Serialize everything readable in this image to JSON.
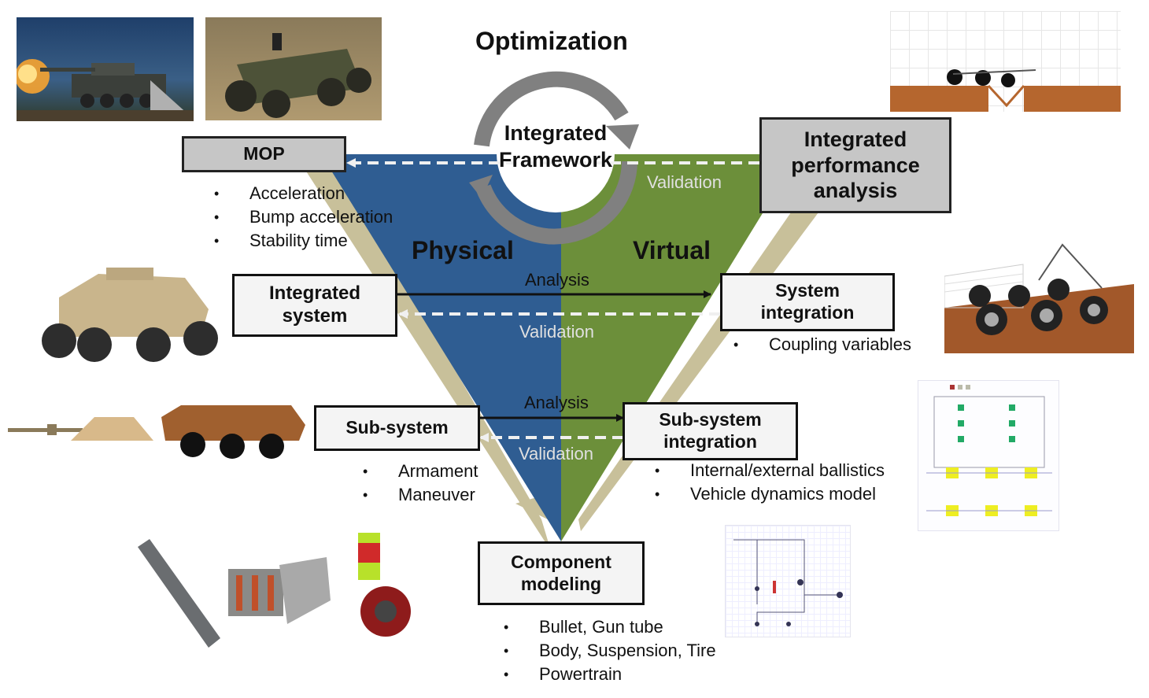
{
  "diagram": {
    "title": "Optimization",
    "center_label": "Integrated Framework",
    "left_label": "Physical",
    "right_label": "Virtual",
    "boxes": {
      "mop": "MOP",
      "integrated_performance": "Integrated performance analysis",
      "integrated_system": "Integrated system",
      "system_integration": "System integration",
      "subsystem": "Sub-system",
      "subsystem_integration": "Sub-system integration",
      "component": "Component modeling"
    },
    "arrows": {
      "validation_top": "Validation",
      "analysis_mid": "Analysis",
      "validation_mid": "Validation",
      "analysis_low": "Analysis",
      "validation_low": "Validation"
    },
    "lists": {
      "mop_items": [
        "Acceleration",
        "Bump acceleration",
        "Stability time"
      ],
      "system_integration_items": [
        "Coupling variables"
      ],
      "subsystem_items": [
        "Armament",
        "Maneuver"
      ],
      "subsystem_integration_items": [
        "Internal/external ballistics",
        "Vehicle dynamics model"
      ],
      "component_items": [
        "Bullet, Gun tube",
        "Body, Suspension, Tire",
        "Powertrain"
      ]
    },
    "colors": {
      "physical": "#2f5d92",
      "virtual": "#6c8f3a",
      "outline": "#c8c09a",
      "box_grey": "#c6c6c6",
      "validation_text": "#e0e0e0"
    }
  }
}
